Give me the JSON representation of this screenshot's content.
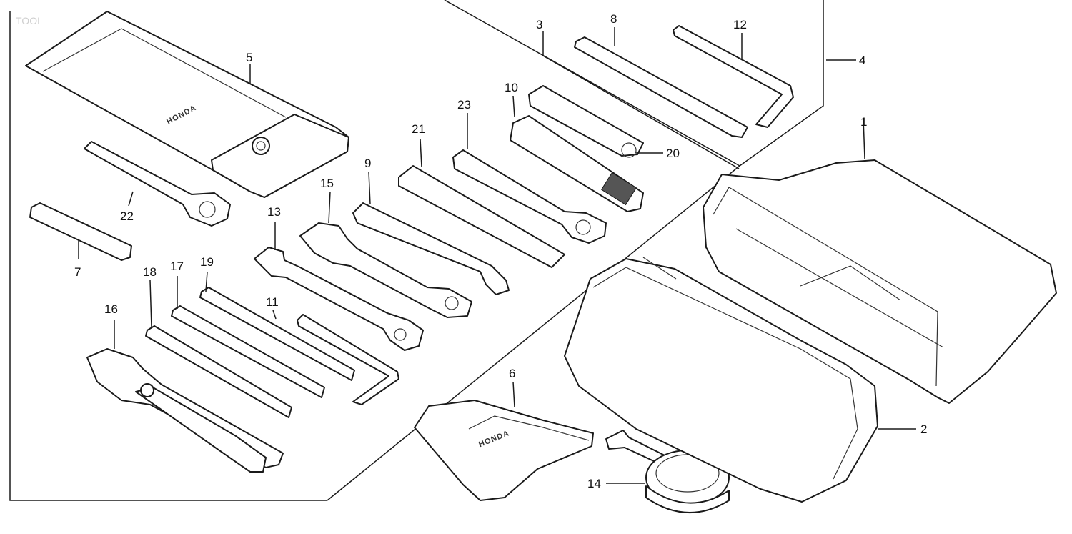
{
  "header_text": "TOOL",
  "brand_marking": "HONDA",
  "callouts": {
    "c1": "1",
    "c2": "2",
    "c3": "3",
    "c4": "4",
    "c5": "5",
    "c6": "6",
    "c7": "7",
    "c8": "8",
    "c9": "9",
    "c10": "10",
    "c11": "11",
    "c12": "12",
    "c13": "13",
    "c14": "14",
    "c15": "15",
    "c16": "16",
    "c17": "17",
    "c18": "18",
    "c19": "19",
    "c20": "20",
    "c21": "21",
    "c22": "22",
    "c23": "23"
  }
}
